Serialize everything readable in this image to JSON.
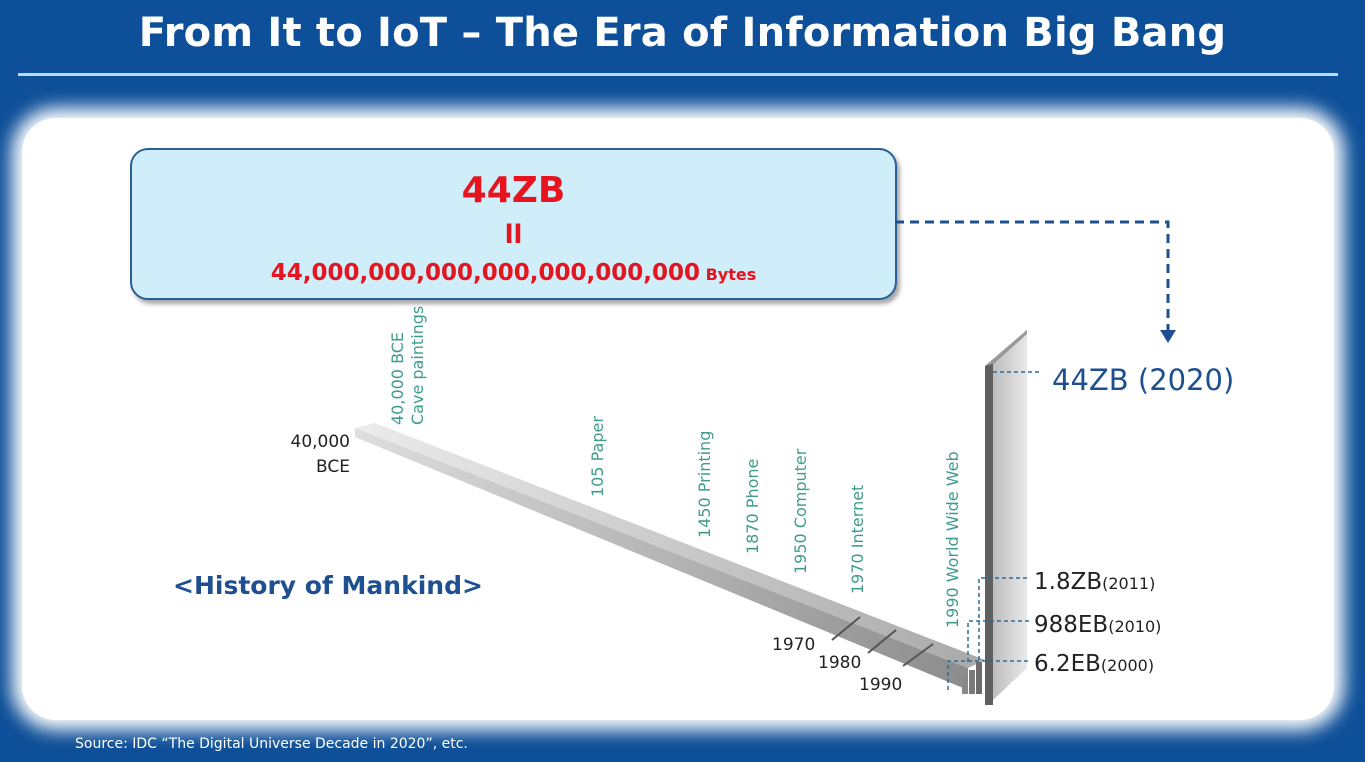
{
  "title": "From It to IoT – The Era of Information Big Bang",
  "source": "Source:  IDC “The Digital Universe Decade in 2020”, etc.",
  "highlight": {
    "value": "44ZB",
    "equals": "ll",
    "bytes_number": "44,000,000,000,000,000,000,000",
    "bytes_unit": "Bytes"
  },
  "timeline": {
    "caption": "<History of Mankind>",
    "start_line1": "40,000",
    "start_line2": "BCE",
    "events": {
      "cave_year": "40,000 BCE",
      "cave_name": "Cave paintings",
      "paper": "105  Paper",
      "printing": "1450  Printing",
      "phone": "1870  Phone",
      "computer": "1950  Computer",
      "internet": "1970  Internet",
      "www": "1990  World Wide Web"
    },
    "ticks": [
      "1970",
      "1980",
      "1990"
    ]
  },
  "volumes": {
    "v2020": "44ZB (2020)",
    "v2011_value": "1.8ZB",
    "v2011_year": "(2011)",
    "v2010_value": "988EB",
    "v2010_year": "(2010)",
    "v2000_value": "6.2EB",
    "v2000_year": "(2000)"
  },
  "colors": {
    "background": "#0d4f98",
    "accent_red": "#e5141e",
    "event_green": "#3f9c8c",
    "dark_blue": "#1d4f91",
    "box_fill": "#cfeefa"
  }
}
